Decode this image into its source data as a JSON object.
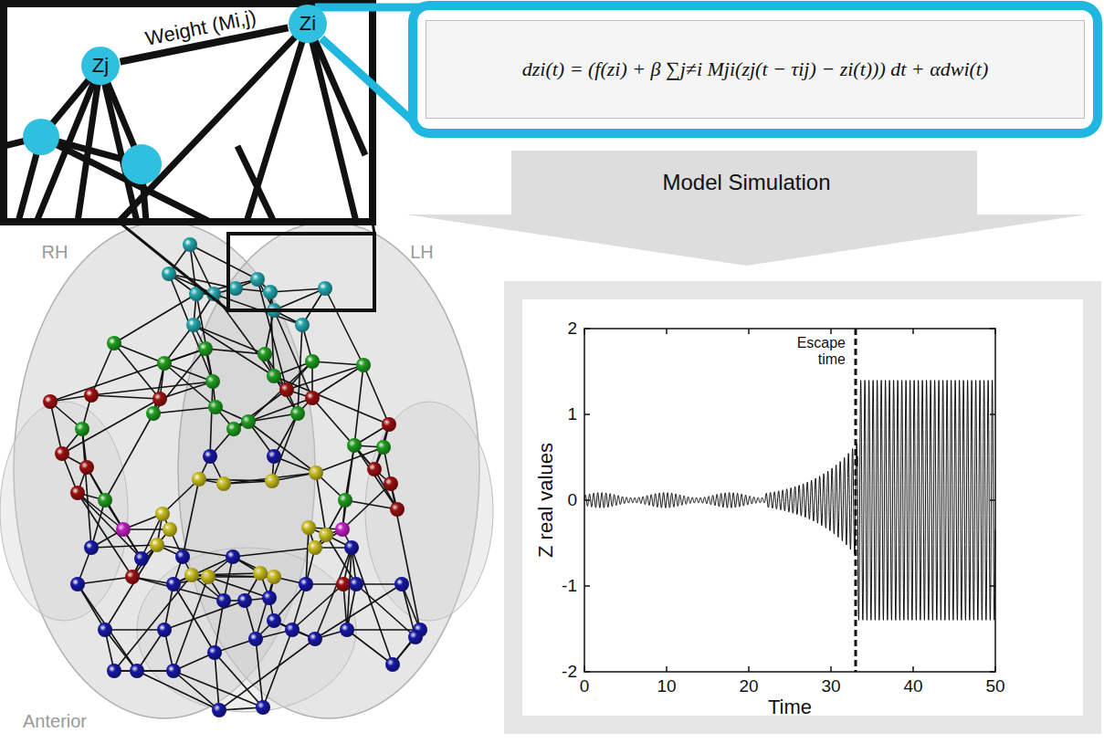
{
  "diagram": {
    "nodes": [
      {
        "text": [
          "Zj"
        ]
      },
      {
        "text": [
          "Zi"
        ]
      },
      {
        "text": [
          "dzi(t) = (f(zi) + β ∑j≠i Mji(zj(t − τij) − zi(t))) dt + αdwi(t)"
        ]
      },
      {
        "text": [
          "Model Simulation"
        ]
      }
    ],
    "edges": [
      {
        "from": 0,
        "to": 1,
        "label": "Weight (Mi,j)",
        "arrow": "none"
      }
    ],
    "labels": [
      "RH",
      "LH",
      "Anterior",
      "Escape time",
      "2",
      "1",
      "0",
      "-1",
      "-2",
      "0",
      "10",
      "20",
      "30",
      "40",
      "50",
      "Time",
      "Z real values"
    ]
  }
}
